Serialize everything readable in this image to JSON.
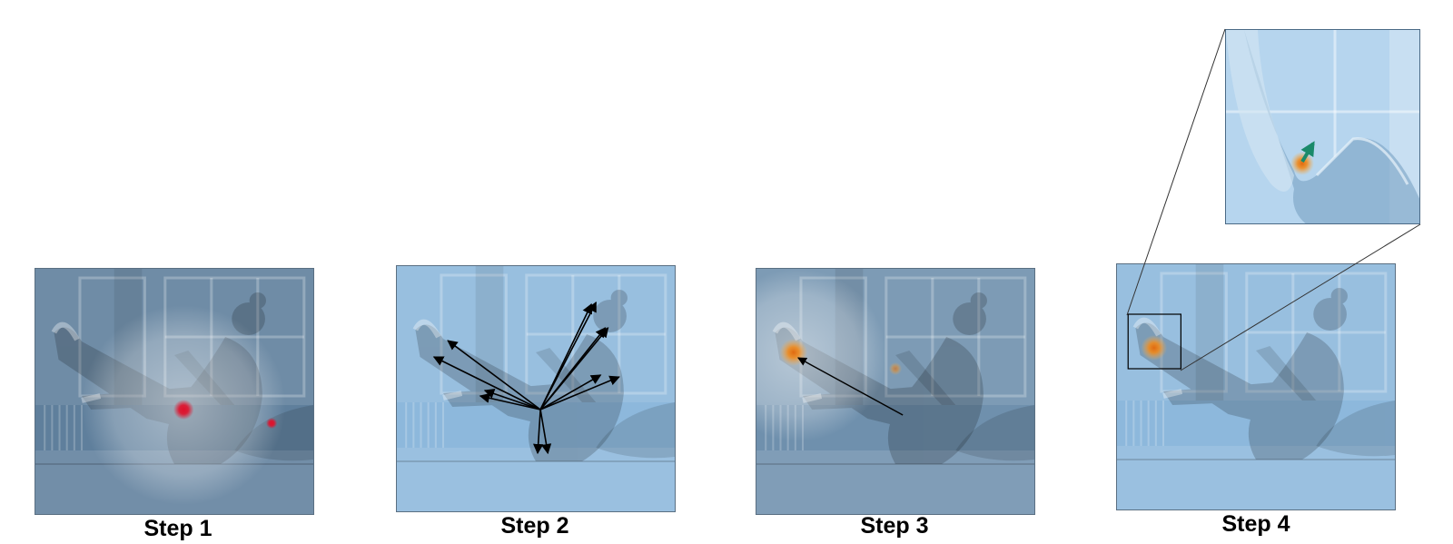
{
  "steps": [
    {
      "label": "Step 1"
    },
    {
      "label": "Step 2"
    },
    {
      "label": "Step 3"
    },
    {
      "label": "Step 4"
    }
  ],
  "colors": {
    "tint_dark": "#5f7f9c",
    "tint_light": "#8db8dc",
    "red_marker": "#e0102a",
    "orange_marker": "#f08a1c",
    "green_arrow": "#1a8a6a",
    "arrow_black": "#000000"
  }
}
